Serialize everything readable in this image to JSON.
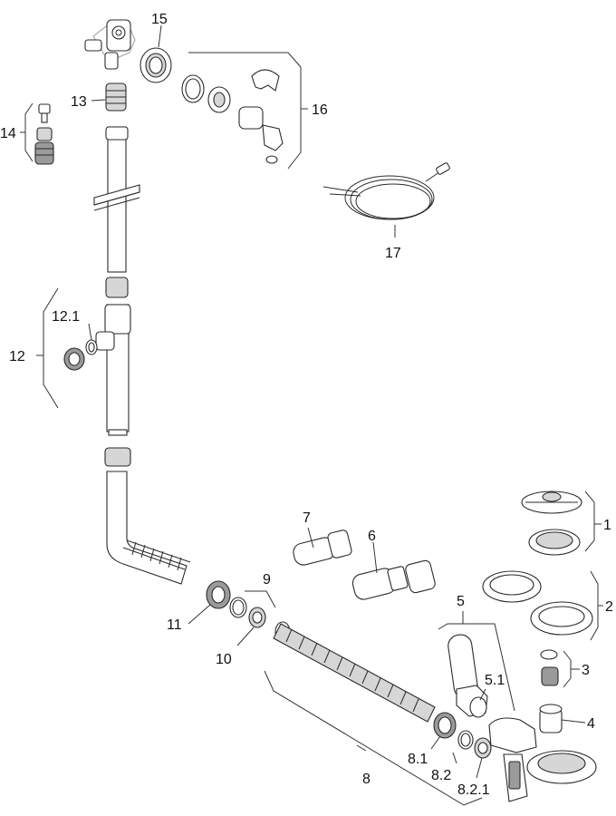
{
  "diagram": {
    "callouts": {
      "c1": "1",
      "c2": "2",
      "c3": "3",
      "c4": "4",
      "c5": "5",
      "c5_1": "5.1",
      "c6": "6",
      "c7": "7",
      "c8": "8",
      "c8_1": "8.1",
      "c8_2": "8.2",
      "c8_2_1": "8.2.1",
      "c9": "9",
      "c10": "10",
      "c11": "11",
      "c12": "12",
      "c12_1": "12.1",
      "c13": "13",
      "c14": "14",
      "c15": "15",
      "c16": "16",
      "c17": "17"
    }
  }
}
